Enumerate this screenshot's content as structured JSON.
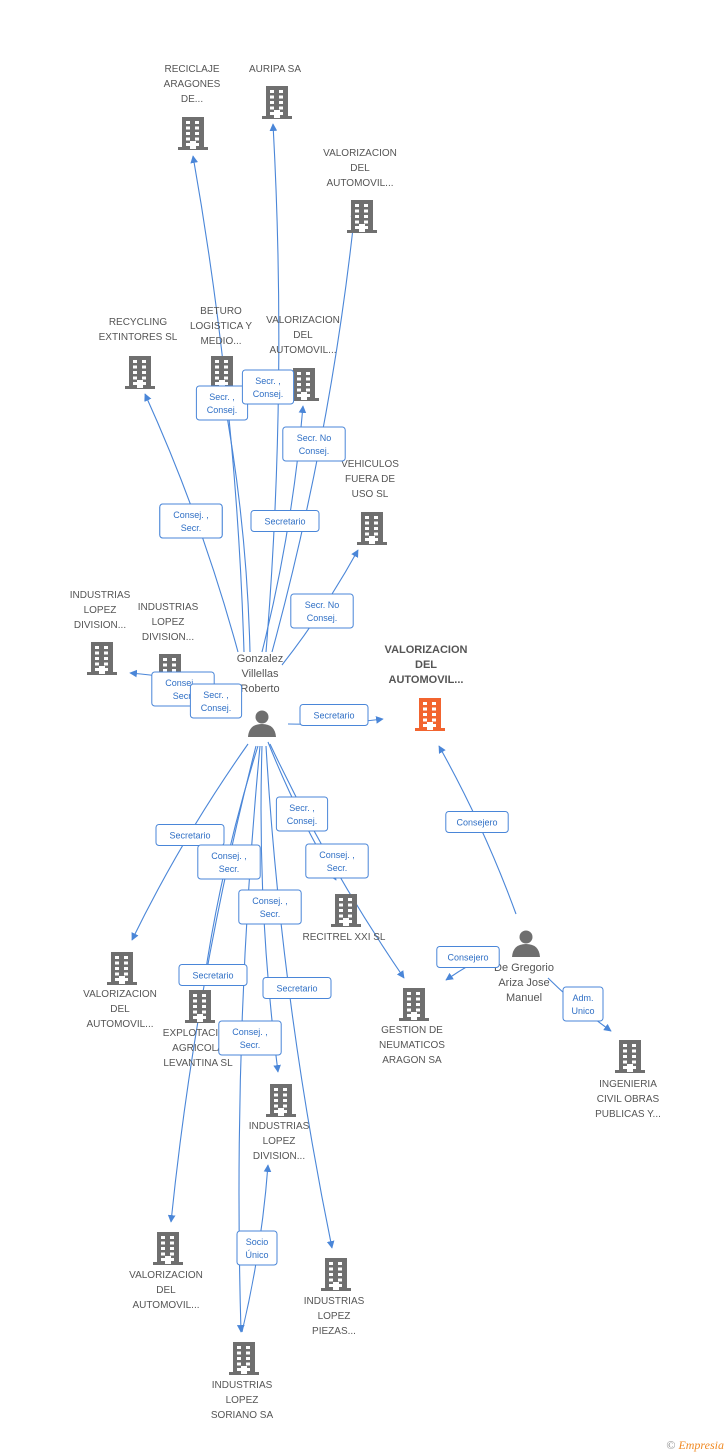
{
  "colors": {
    "edge": "#4a86d8",
    "building": "#6f6f6f",
    "focus_building": "#f2642f",
    "person": "#6f6f6f"
  },
  "people": [
    {
      "id": "gvr",
      "lines": [
        "Gonzalez",
        "Villellas",
        "Roberto"
      ]
    },
    {
      "id": "dga",
      "lines": [
        "De Gregorio",
        "Ariza Jose",
        "Manuel"
      ]
    }
  ],
  "companies": [
    {
      "id": "c1",
      "lines": [
        "RECICLAJE",
        "ARAGONES",
        "DE..."
      ]
    },
    {
      "id": "c2",
      "lines": [
        "AURIPA SA"
      ]
    },
    {
      "id": "c3",
      "lines": [
        "VALORIZACION",
        "DEL",
        "AUTOMOVIL..."
      ]
    },
    {
      "id": "c4",
      "lines": [
        "RECYCLING",
        "EXTINTORES SL"
      ]
    },
    {
      "id": "c5",
      "lines": [
        "BETURO",
        "LOGISTICA Y",
        "MEDIO..."
      ]
    },
    {
      "id": "c6",
      "lines": [
        "VALORIZACION",
        "DEL",
        "AUTOMOVIL..."
      ]
    },
    {
      "id": "c7",
      "lines": [
        "VEHICULOS",
        "FUERA DE",
        "USO SL"
      ]
    },
    {
      "id": "c8",
      "lines": [
        "INDUSTRIAS",
        "LOPEZ",
        "DIVISION..."
      ]
    },
    {
      "id": "c9",
      "lines": [
        "INDUSTRIAS",
        "LOPEZ",
        "DIVISION..."
      ]
    },
    {
      "id": "focus",
      "lines": [
        "VALORIZACION",
        "DEL",
        "AUTOMOVIL..."
      ],
      "focus": true
    },
    {
      "id": "c10",
      "lines": [
        "RECITREL XXI SL"
      ]
    },
    {
      "id": "c11",
      "lines": [
        "VALORIZACION",
        "DEL",
        "AUTOMOVIL..."
      ]
    },
    {
      "id": "c12",
      "lines": [
        "EXPLOTACION",
        "AGRICOLA",
        "LEVANTINA SL"
      ]
    },
    {
      "id": "c13",
      "lines": [
        "GESTION DE",
        "NEUMATICOS",
        "ARAGON SA"
      ]
    },
    {
      "id": "c14",
      "lines": [
        "INGENIERIA",
        "CIVIL OBRAS",
        "PUBLICAS Y..."
      ]
    },
    {
      "id": "c15",
      "lines": [
        "INDUSTRIAS",
        "LOPEZ",
        "DIVISION..."
      ]
    },
    {
      "id": "c16",
      "lines": [
        "VALORIZACION",
        "DEL",
        "AUTOMOVIL..."
      ]
    },
    {
      "id": "c17",
      "lines": [
        "INDUSTRIAS",
        "LOPEZ",
        "PIEZAS..."
      ]
    },
    {
      "id": "c18",
      "lines": [
        "INDUSTRIAS",
        "LOPEZ",
        "SORIANO SA"
      ]
    }
  ],
  "relations": [
    {
      "from": "gvr",
      "to": "c1",
      "lines": [
        "Consej. ,",
        "Secr."
      ]
    },
    {
      "from": "gvr",
      "to": "c2",
      "lines": [
        "Secretario"
      ]
    },
    {
      "from": "gvr",
      "to": "c3",
      "lines": [
        "Secr.  No",
        "Consej."
      ]
    },
    {
      "from": "gvr",
      "to": "c4",
      "lines": [
        "Consej. ,",
        "Secr."
      ]
    },
    {
      "from": "gvr",
      "to": "c5",
      "lines": [
        "Secr. ,",
        "Consej."
      ]
    },
    {
      "from": "gvr",
      "to": "c6",
      "lines": [
        "Secr. ,",
        "Consej."
      ]
    },
    {
      "from": "gvr",
      "to": "c7",
      "lines": [
        "Secr.  No",
        "Consej."
      ]
    },
    {
      "from": "gvr",
      "to": "c8",
      "lines": [
        "Consej. ,",
        "Secr."
      ]
    },
    {
      "from": "gvr",
      "to": "c9",
      "lines": [
        "Secr. ,",
        "Consej."
      ]
    },
    {
      "from": "gvr",
      "to": "focus",
      "lines": [
        "Secretario"
      ]
    },
    {
      "from": "gvr",
      "to": "c10",
      "lines": [
        "Secr. ,",
        "Consej."
      ]
    },
    {
      "from": "gvr",
      "to": "c11",
      "lines": [
        "Secretario"
      ]
    },
    {
      "from": "gvr",
      "to": "c12",
      "lines": [
        "Consej. ,",
        "Secr."
      ]
    },
    {
      "from": "gvr",
      "to": "c13",
      "lines": [
        "Consej. ,",
        "Secr."
      ]
    },
    {
      "from": "gvr",
      "to": "c15",
      "lines": [
        "Consej. ,",
        "Secr."
      ]
    },
    {
      "from": "gvr",
      "to": "c16",
      "lines": [
        "Secretario"
      ]
    },
    {
      "from": "gvr",
      "to": "c17",
      "lines": [
        "Secretario"
      ]
    },
    {
      "from": "gvr",
      "to": "c18",
      "lines": [
        "Consej. ,",
        "Secr."
      ]
    },
    {
      "from": "c18",
      "to": "c15",
      "lines": [
        "Socio",
        "Único"
      ]
    },
    {
      "from": "dga",
      "to": "focus",
      "lines": [
        "Consejero"
      ]
    },
    {
      "from": "dga",
      "to": "c13",
      "lines": [
        "Consejero"
      ]
    },
    {
      "from": "dga",
      "to": "c14",
      "lines": [
        "Adm.",
        "Unico"
      ]
    }
  ],
  "footer": {
    "copyright": "©",
    "brand": "Empresia"
  }
}
